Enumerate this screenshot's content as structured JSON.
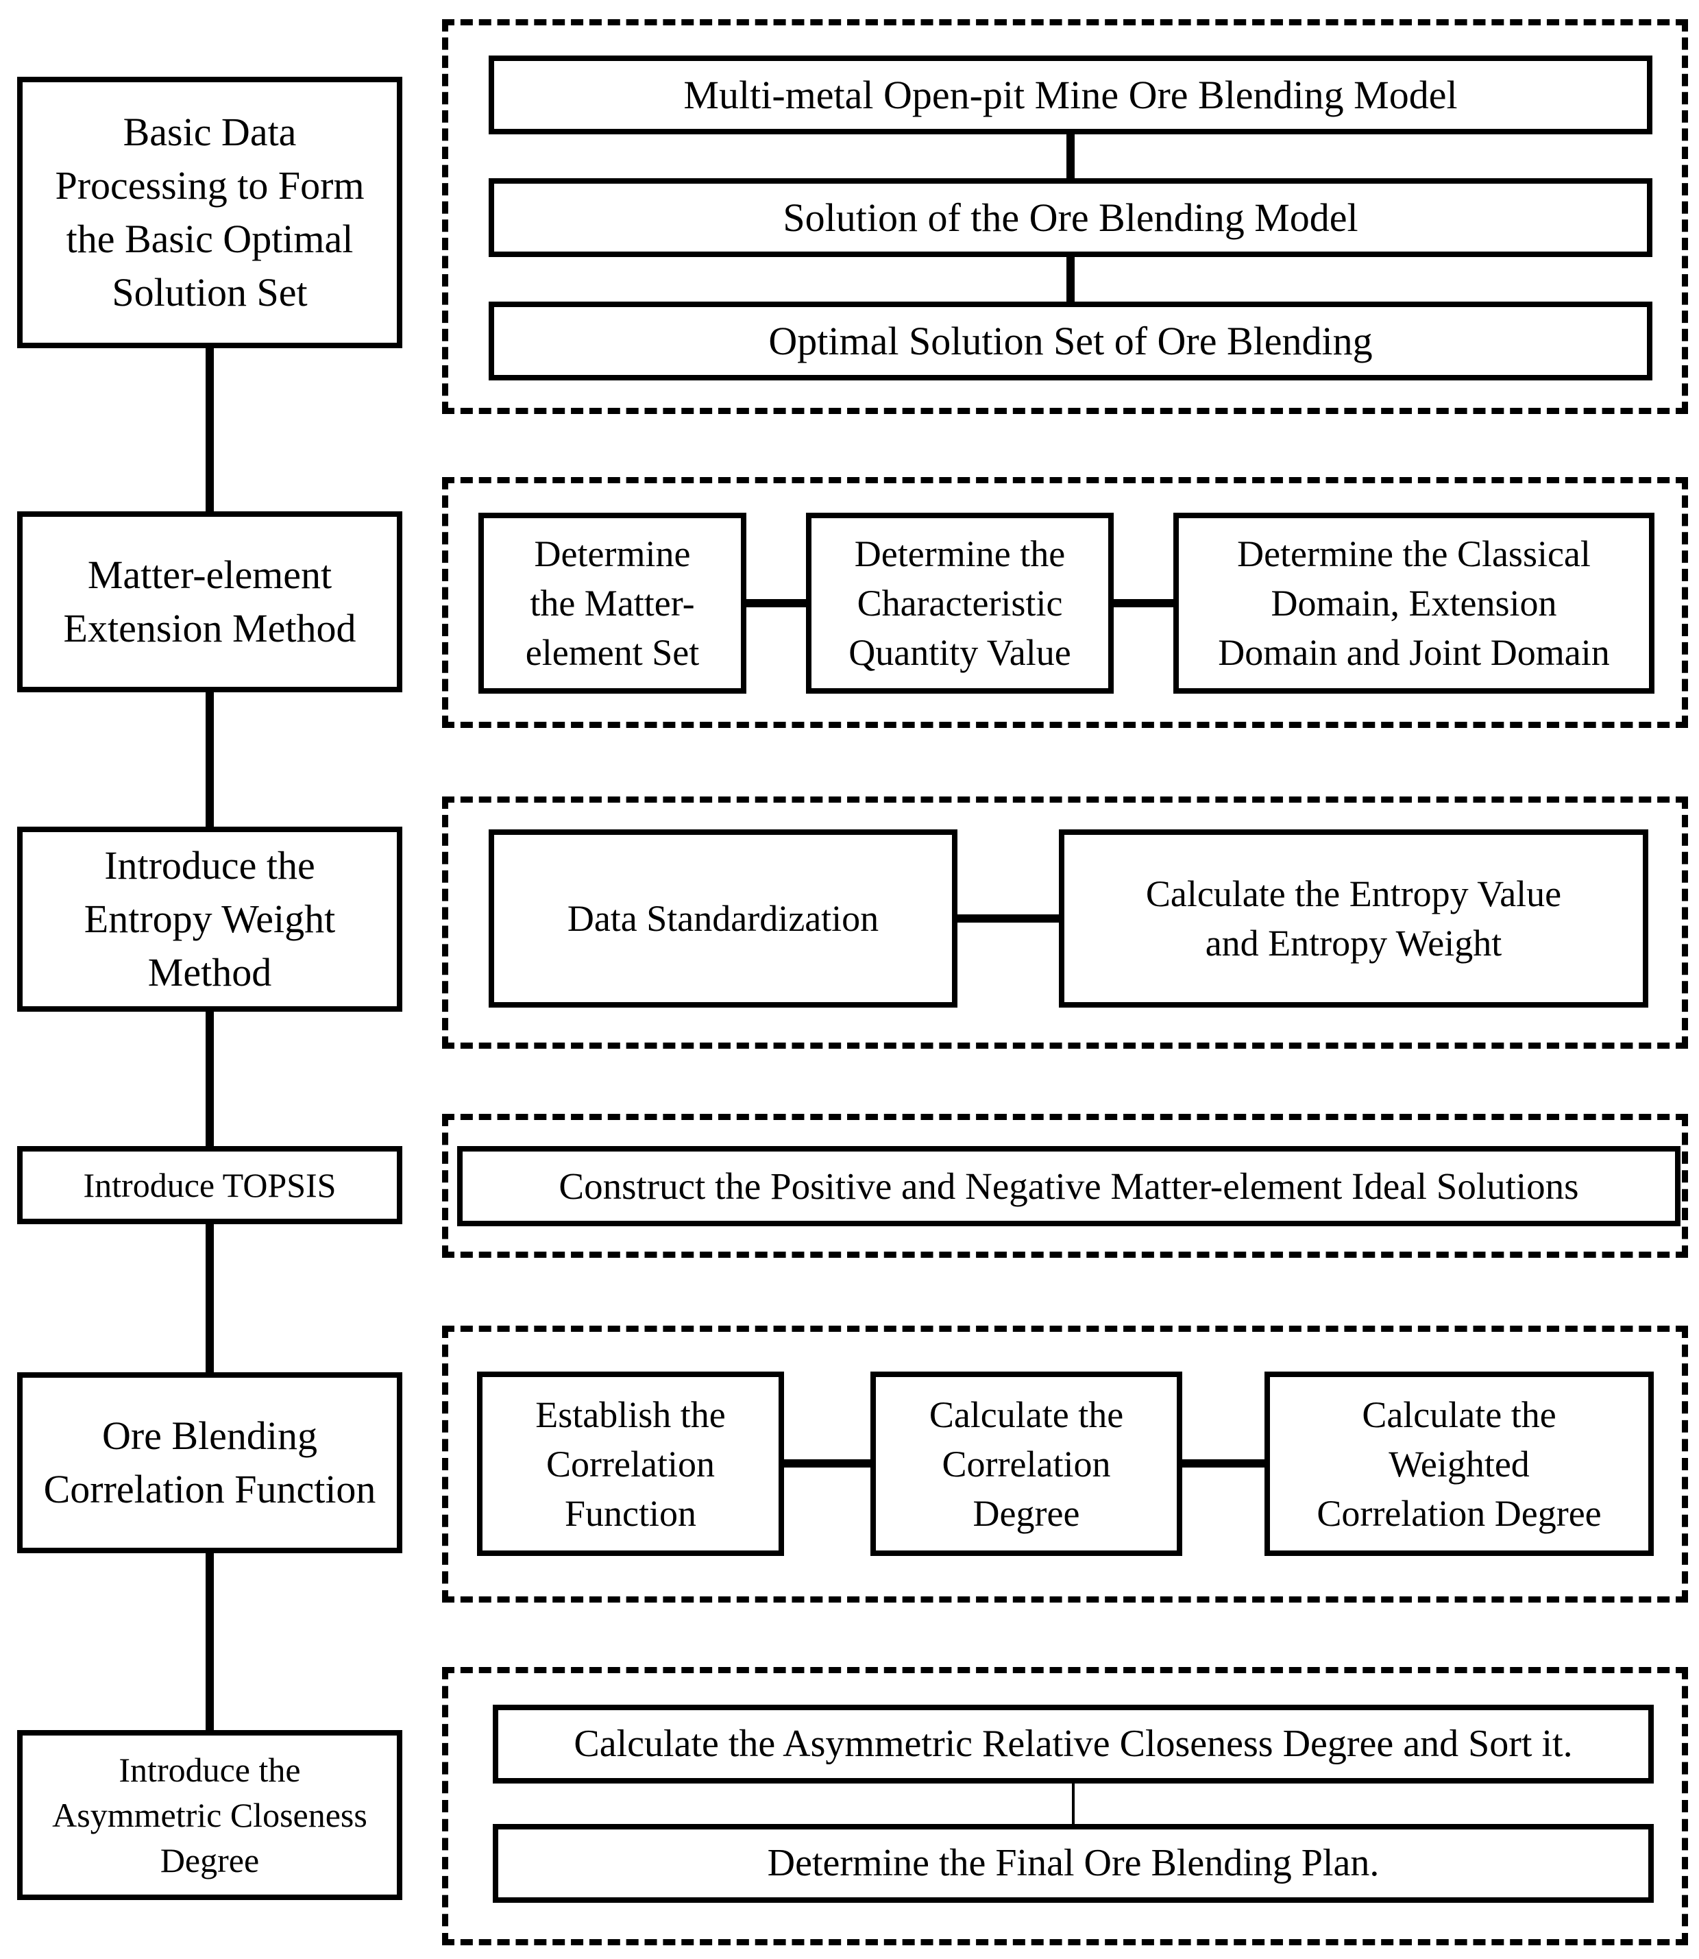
{
  "colors": {
    "background": "#ffffff",
    "line": "#000000",
    "text": "#000000"
  },
  "left_column": {
    "steps": [
      {
        "label": "Basic Data\nProcessing to Form\nthe Basic Optimal\nSolution Set"
      },
      {
        "label": "Matter-element\nExtension Method"
      },
      {
        "label": "Introduce the\nEntropy Weight\nMethod"
      },
      {
        "label": "Introduce TOPSIS"
      },
      {
        "label": "Ore Blending\nCorrelation Function"
      },
      {
        "label": "Introduce the\nAsymmetric Closeness\nDegree"
      }
    ]
  },
  "right_groups": [
    {
      "name": "basic-data-processing-group",
      "boxes": [
        {
          "label": "Multi-metal Open-pit Mine Ore Blending Model"
        },
        {
          "label": "Solution of the Ore Blending Model"
        },
        {
          "label": "Optimal Solution Set of Ore Blending"
        }
      ]
    },
    {
      "name": "matter-element-extension-group",
      "boxes": [
        {
          "label": "Determine\nthe Matter-\nelement Set"
        },
        {
          "label": "Determine the\nCharacteristic\nQuantity Value"
        },
        {
          "label": "Determine the Classical\nDomain, Extension\nDomain and Joint Domain"
        }
      ]
    },
    {
      "name": "entropy-weight-group",
      "boxes": [
        {
          "label": "Data Standardization"
        },
        {
          "label": "Calculate the Entropy Value\nand Entropy Weight"
        }
      ]
    },
    {
      "name": "topsis-group",
      "boxes": [
        {
          "label": "Construct the Positive and Negative Matter-element Ideal Solutions"
        }
      ]
    },
    {
      "name": "correlation-function-group",
      "boxes": [
        {
          "label": "Establish the\nCorrelation\nFunction"
        },
        {
          "label": "Calculate the\nCorrelation\nDegree"
        },
        {
          "label": "Calculate the\nWeighted\nCorrelation Degree"
        }
      ]
    },
    {
      "name": "asymmetric-closeness-group",
      "boxes": [
        {
          "label": "Calculate the Asymmetric Relative Closeness Degree and Sort it."
        },
        {
          "label": "Determine the Final Ore Blending Plan."
        }
      ]
    }
  ]
}
